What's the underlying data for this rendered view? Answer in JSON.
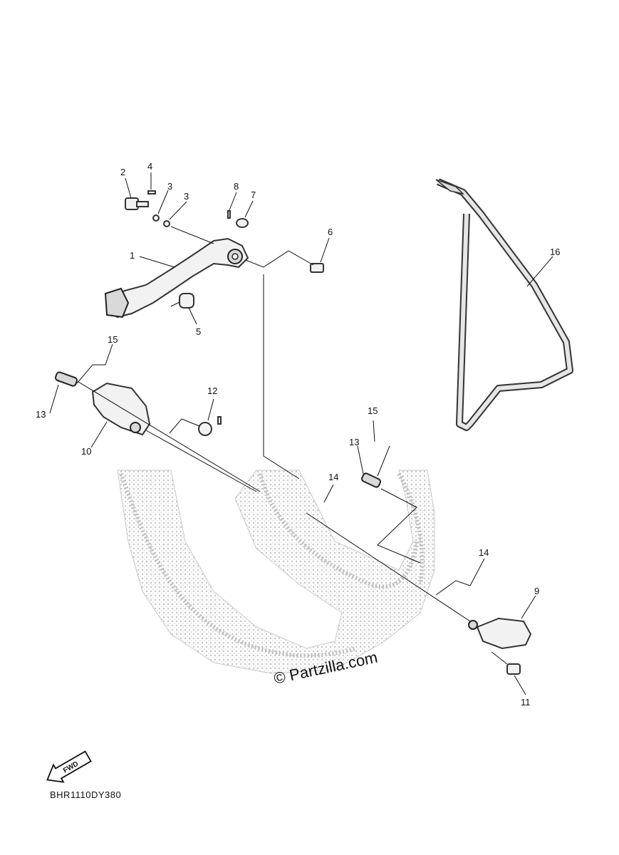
{
  "diagram": {
    "callouts": {
      "c1": "1",
      "c2": "2",
      "c3a": "3",
      "c3b": "3",
      "c4": "4",
      "c5": "5",
      "c6": "6",
      "c7": "7",
      "c8": "8",
      "c9": "9",
      "c10": "10",
      "c11": "11",
      "c12": "12",
      "c13a": "13",
      "c13b": "13",
      "c14a": "14",
      "c14b": "14",
      "c15a": "15",
      "c15b": "15",
      "c16": "16"
    },
    "watermark": "© Partzilla.com",
    "fwd_label": "FWD",
    "drawing_code": "BHR1110DY380"
  }
}
